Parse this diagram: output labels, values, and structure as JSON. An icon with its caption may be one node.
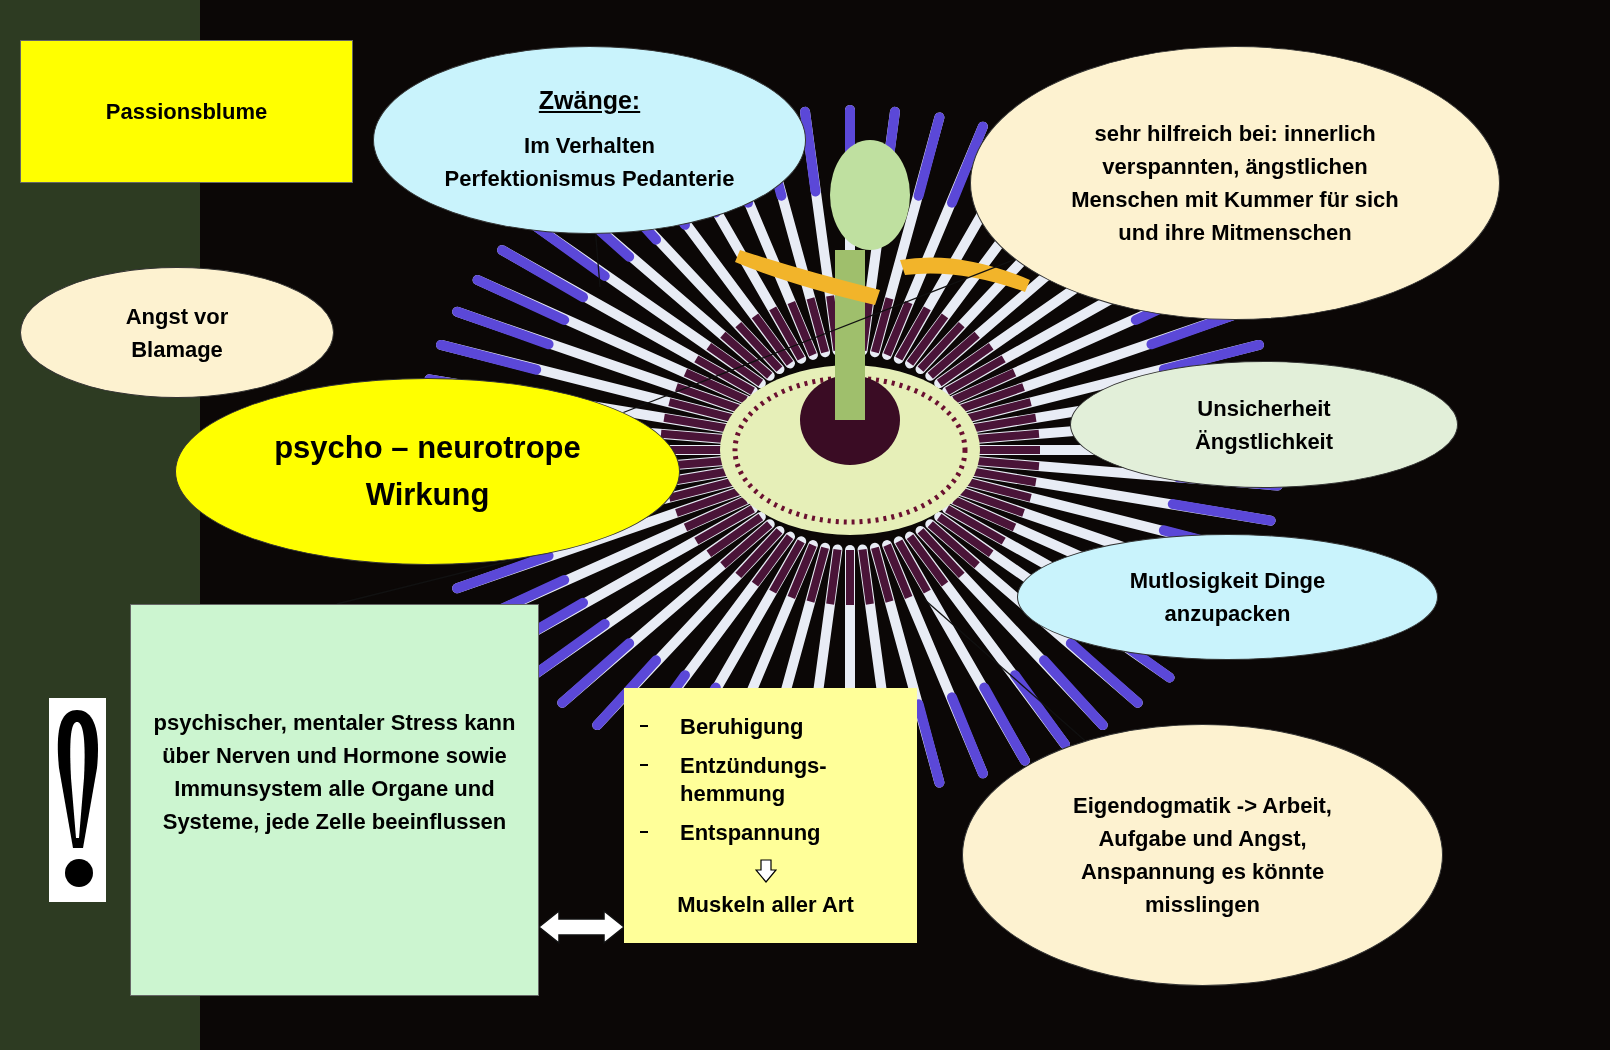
{
  "diagram": {
    "nodes": [
      {
        "text": [
          "Passionsblume"
        ]
      },
      {
        "text": [
          "Zwänge:",
          "Im Verhalten Perfektionismus Pedanterie"
        ]
      },
      {
        "text": [
          "sehr hilfreich bei: innerlich verspannten, ängstlichen Menschen mit Kummer für sich und ihre Mitmenschen"
        ]
      },
      {
        "text": [
          "Angst vor Blamage"
        ]
      },
      {
        "text": [
          "psycho – neurotrope Wirkung"
        ]
      },
      {
        "text": [
          "Unsicherheit Ängstlichkeit"
        ]
      },
      {
        "text": [
          "Mutlosigkeit Dinge anzupacken"
        ]
      },
      {
        "text": [
          "psychischer, mentaler Stress kann über Nerven und Hormone sowie Immunsystem alle Organe und Systeme, jede Zelle beeinflussen"
        ]
      },
      {
        "text": [
          "Beruhigung",
          "Entzündungs-hemmung",
          "Entspannung",
          "Muskeln aller Art"
        ]
      },
      {
        "text": [
          "Eigendogmatik -> Arbeit, Aufgabe und Angst, Anspannung es könnte misslingen"
        ]
      }
    ],
    "edges": [
      {
        "from": 1,
        "to": null,
        "arrow": "none"
      },
      {
        "from": 4,
        "to": 2,
        "arrow": "none"
      },
      {
        "from": 7,
        "to": 4,
        "arrow": "none"
      },
      {
        "from": 7,
        "to": 8,
        "arrow": "both",
        "style": "thick"
      },
      {
        "from": 9,
        "to": null,
        "arrow": "none"
      }
    ]
  }
}
